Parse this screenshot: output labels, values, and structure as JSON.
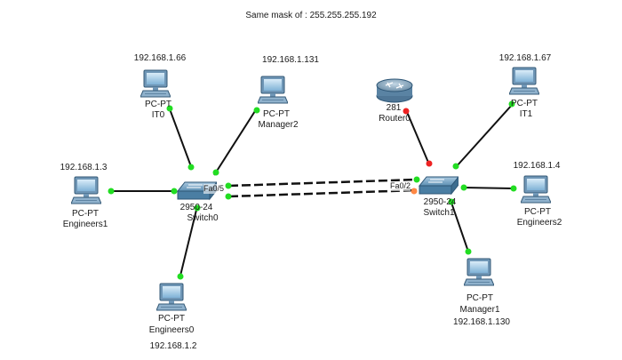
{
  "title": "Same mask of : 255.255.255.192",
  "devices": {
    "it0": {
      "ip": "192.168.1.66",
      "model": "PC-PT",
      "name": "IT0"
    },
    "manager2": {
      "ip": "192.168.1.131",
      "model": "PC-PT",
      "name": "Manager2"
    },
    "engineers1": {
      "ip": "192.168.1.3",
      "model": "PC-PT",
      "name": "Engineers1"
    },
    "engineers0": {
      "ip": "192.168.1.2",
      "model": "PC-PT",
      "name": "Engineers0"
    },
    "switch0": {
      "model": "2950-24",
      "name": "Switch0",
      "port": "Fa0/5"
    },
    "router0": {
      "model": "281",
      "name": "Router0"
    },
    "it1": {
      "ip": "192.168.1.67",
      "model": "PC-PT",
      "name": "IT1"
    },
    "engineers2": {
      "ip": "192.168.1.4",
      "model": "PC-PT",
      "name": "Engineers2"
    },
    "switch1": {
      "model": "2950-24",
      "name": "Switch1",
      "port": "Fa0/2"
    },
    "manager1": {
      "ip": "192.168.1.130",
      "model": "PC-PT",
      "name": "Manager1"
    }
  },
  "colors": {
    "link_up": "#22dd22",
    "link_down": "#ee2222",
    "cable": "#111111",
    "switch_body": "#5d8fb3",
    "router_body": "#6d8fa8",
    "pc_body": "#6f96b6"
  }
}
